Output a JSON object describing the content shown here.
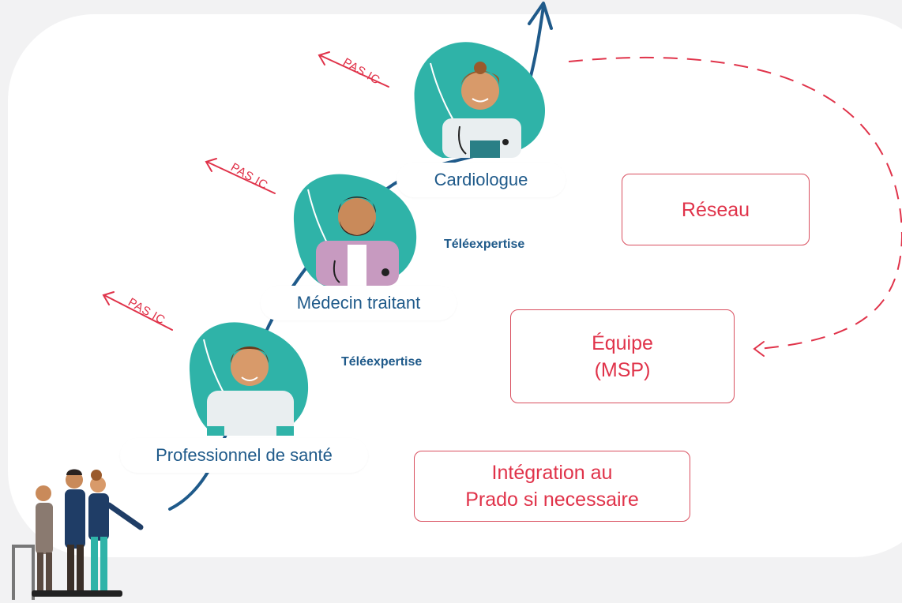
{
  "colors": {
    "red": "#e0334a",
    "blue": "#1f5a8a",
    "teal": "#2fb3a8",
    "background": "#f2f2f3"
  },
  "people": [
    {
      "label": "Cardiologue",
      "avatar": "doctor-woman-icon"
    },
    {
      "label": "Médecin traitant",
      "avatar": "doctor-man-beard-icon"
    },
    {
      "label": "Professionnel de santé",
      "avatar": "health-professional-icon"
    }
  ],
  "teleexpertise": [
    "Téléexpertise",
    "Téléexpertise"
  ],
  "pas_ic": [
    "PAS IC",
    "PAS IC",
    "PAS IC"
  ],
  "boxes": {
    "reseau": "Réseau",
    "equipe": "Équipe\n(MSP)",
    "prado": "Intégration au\nPrado si necessaire"
  },
  "patient_group_icon": "patients-group-icon"
}
